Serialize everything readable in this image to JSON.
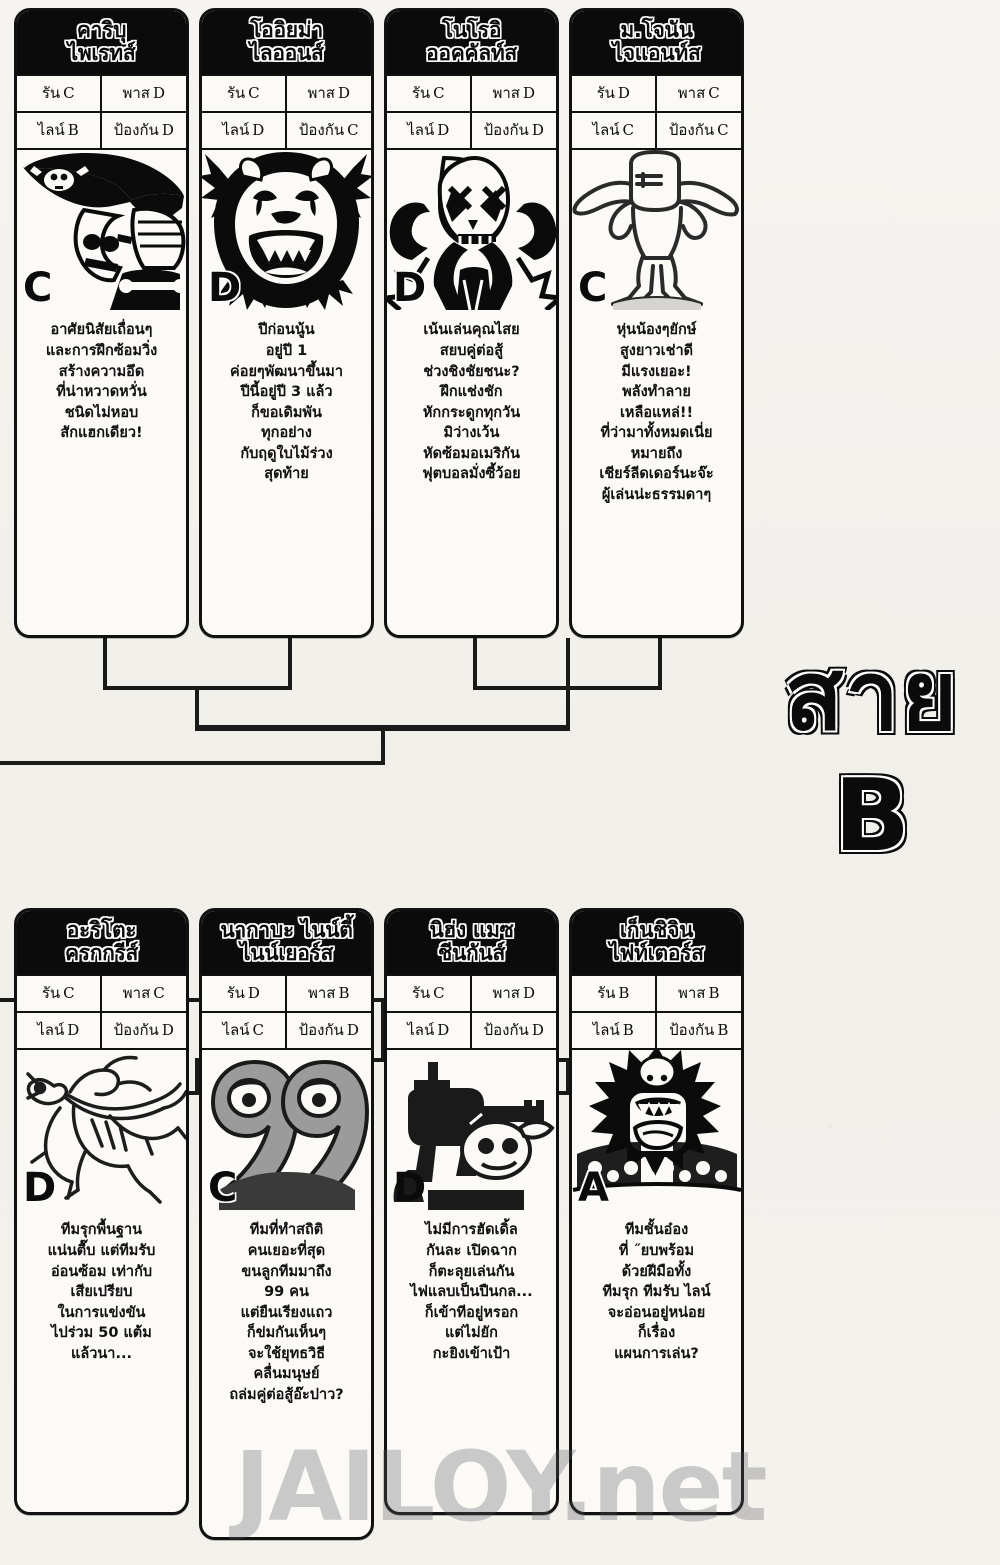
{
  "page": {
    "group_label_thai": "สาย",
    "group_label_letter": "B",
    "watermark": "JAILOY.net",
    "stat_labels": {
      "run": "รัน",
      "pass": "พาส",
      "line": "ไลน์",
      "defense": "ป้องกัน"
    },
    "accent_color": "#0b0b0b",
    "paper_color": "#f4f2ee"
  },
  "bracket": {
    "rounds": 3,
    "top_seeds": 4,
    "bottom_seeds": 4
  },
  "cards_top": [
    {
      "name_line1": "คาริบุ",
      "name_line2": "ไพเรทส์",
      "run": "C",
      "pass": "D",
      "line": "B",
      "defense": "D",
      "grade": "C",
      "grade_on_dark": false,
      "art": "pirate-skull",
      "desc": [
        "อาศัยนิสัยเถื่อนๆ",
        "และการฝึกซ้อมวิ่ง",
        "สร้างความอึด",
        "ที่น่าหวาดหวั่น",
        "ชนิดไม่หอบ",
        "สักแฮกเดียว!"
      ]
    },
    {
      "name_line1": "โออิยม่า",
      "name_line2": "ไลออนส์",
      "run": "C",
      "pass": "D",
      "line": "D",
      "defense": "C",
      "grade": "D",
      "grade_on_dark": true,
      "art": "roaring-lion",
      "desc": [
        "ปีก่อนนู้น",
        "อยู่ปี 1",
        "ค่อยๆพัฒนาขึ้นมา",
        "ปีนี้อยู่ปี 3 แล้ว",
        "ก็ขอเดิมพัน",
        "ทุกอย่าง",
        "กับฤดูใบไม้ร่วง",
        "สุดท้าย"
      ]
    },
    {
      "name_line1": "โนโรอิ",
      "name_line2": "ออคคัลท์ส",
      "run": "C",
      "pass": "D",
      "line": "D",
      "defense": "D",
      "grade": "D",
      "grade_on_dark": true,
      "art": "skull-occult",
      "desc": [
        "เน้นเล่นคุณไสย",
        "สยบคู่ต่อสู้",
        "ช่วงชิงชัยชนะ?",
        "ฝึกแช่งชัก",
        "หักกระดูกทุกวัน",
        "มิว่างเว้น",
        "หัดซ้อมอเมริกัน",
        "ฟุตบอลมั่งซี้ว้อย"
      ]
    },
    {
      "name_line1": "ม.โจนัน",
      "name_line2": "ไจแอนท์ส",
      "run": "D",
      "pass": "C",
      "line": "C",
      "defense": "C",
      "grade": "C",
      "grade_on_dark": false,
      "art": "giant-golem",
      "desc": [
        "หุ่นน้องๆยักษ์",
        "สูงยาวเช่าดี",
        "มีแรงเยอะ!",
        "พลังทำลาย",
        "เหลือแหล่!!",
        "ที่ว่ามาทั้งหมดเนี่ย",
        "หมายถึง",
        "เชียร์ลีดเดอร์นะจ๊ะ",
        "ผู้เล่นน่ะธรรมดาๆ"
      ]
    }
  ],
  "cards_bottom": [
    {
      "name_line1": "อะริโตะ",
      "name_line2": "ครกกรีส์",
      "run": "C",
      "pass": "C",
      "line": "D",
      "defense": "D",
      "grade": "D",
      "grade_on_dark": false,
      "art": "mantis",
      "desc": [
        "ทีมรุกพื้นฐาน",
        "แน่นตื๊บ แต่ทีมรับ",
        "อ่อนซ้อม เท่ากับ",
        "เสียเปรียบ",
        "ในการแข่งขัน",
        "ไปร่วม 50 แต้ม",
        "แล้วนา..."
      ]
    },
    {
      "name_line1": "นากาบะ ไนน์ตี้",
      "name_line2": "ไนน์เยอร์ส",
      "run": "D",
      "pass": "B",
      "line": "C",
      "defense": "D",
      "grade": "C",
      "grade_on_dark": true,
      "art": "ninety-nine",
      "desc": [
        "ทีมที่ทำสถิติ",
        "คนเยอะที่สุด",
        "ขนลูกทีมมาถึง",
        "99 คน",
        "แต่ยืนเรียงแถว",
        "ก็ข่มกันเห็นๆ",
        "จะใช้ยุทธวิธี",
        "คลื่นมนุษย์",
        "ถล่มคู่ต่อสู้อ๊ะปาว?"
      ]
    },
    {
      "name_line1": "นิฮ่ง แมซ",
      "name_line2": "ชีนกันส์",
      "run": "C",
      "pass": "D",
      "line": "D",
      "defense": "D",
      "grade": "D",
      "grade_on_dark": false,
      "art": "machine-gun",
      "desc": [
        "ไม่มีการฮัดเดิ้ล",
        "กันละ เปิดฉาก",
        "ก็ตะลุยเล่นกัน",
        "ไฟแลบเป็นปืนกล...",
        "ก็เข้าทีอยู่หรอก",
        "แต่ไม่ยัก",
        "กะยิงเข้าเป้า"
      ]
    },
    {
      "name_line1": "เก็นชิจิน",
      "name_line2": "ไฟท์เตอร์ส",
      "run": "B",
      "pass": "B",
      "line": "B",
      "defense": "B",
      "grade": "A",
      "grade_on_dark": true,
      "art": "screaming-brute",
      "desc": [
        "ทีมชั้นอ๋อง",
        "ที่ ˝ยบพร้อม",
        "ด้วยฝีมือทั้ง",
        "ทีมรุก ทีมรับ ไลน์",
        "จะอ่อนอยู่หน่อย",
        "ก็เรื่อง",
        "แผนการเล่น?"
      ]
    }
  ]
}
